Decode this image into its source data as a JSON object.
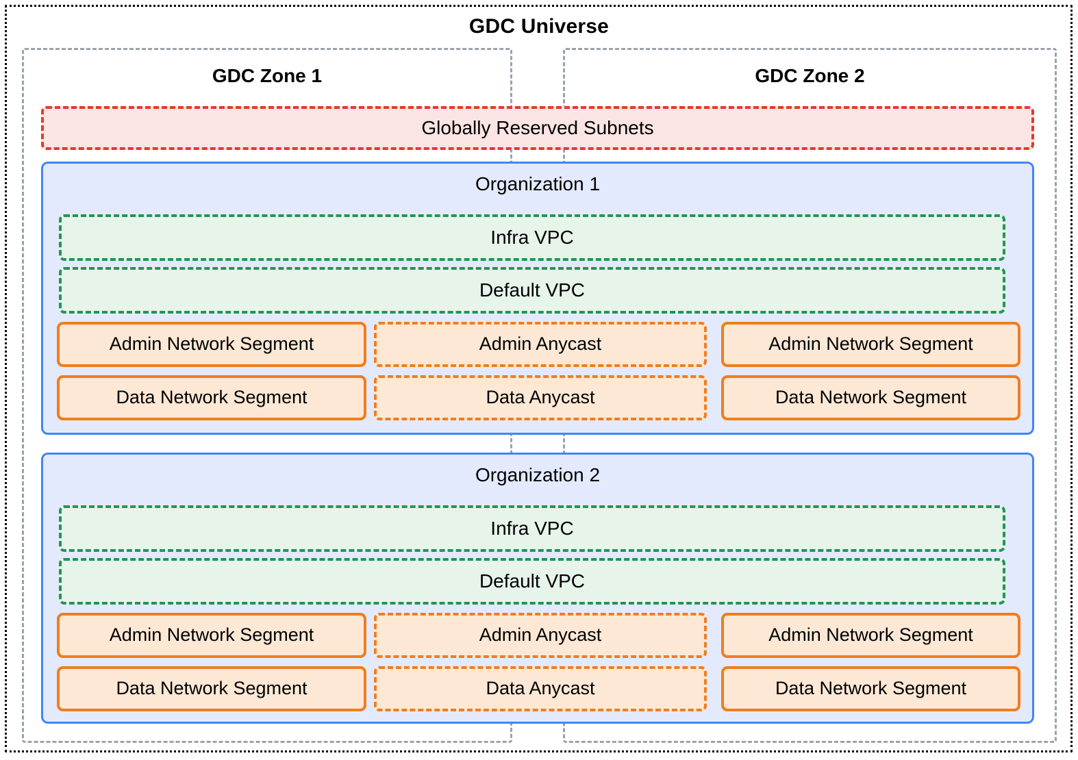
{
  "diagram": {
    "type": "network-architecture",
    "title": "GDC Universe",
    "colors": {
      "universe_border": "#000000",
      "zone_border": "#9aa3ad",
      "reserved_border": "#e8372b",
      "reserved_fill": "#fbe5e4",
      "org_border": "#4285f4",
      "org_fill": "#e3eafd",
      "vpc_border": "#219653",
      "vpc_fill": "#e6f4ea",
      "segment_border": "#f07d1e",
      "segment_fill": "#fce8d5"
    },
    "zones": [
      {
        "label": "GDC Zone 1"
      },
      {
        "label": "GDC Zone 2"
      }
    ],
    "reserved_subnets": {
      "label": "Globally Reserved Subnets"
    },
    "organizations": [
      {
        "label": "Organization 1",
        "vpcs": [
          {
            "label": "Infra VPC"
          },
          {
            "label": "Default VPC"
          }
        ],
        "rows": [
          {
            "left": {
              "label": "Admin Network Segment",
              "style": "solid"
            },
            "mid": {
              "label": "Admin Anycast",
              "style": "dashed"
            },
            "right": {
              "label": "Admin Network Segment",
              "style": "solid"
            }
          },
          {
            "left": {
              "label": "Data Network Segment",
              "style": "solid"
            },
            "mid": {
              "label": "Data Anycast",
              "style": "dashed"
            },
            "right": {
              "label": "Data Network Segment",
              "style": "solid"
            }
          }
        ]
      },
      {
        "label": "Organization 2",
        "vpcs": [
          {
            "label": "Infra VPC"
          },
          {
            "label": "Default VPC"
          }
        ],
        "rows": [
          {
            "left": {
              "label": "Admin Network Segment",
              "style": "solid"
            },
            "mid": {
              "label": "Admin Anycast",
              "style": "dashed"
            },
            "right": {
              "label": "Admin Network Segment",
              "style": "solid"
            }
          },
          {
            "left": {
              "label": "Data Network Segment",
              "style": "solid"
            },
            "mid": {
              "label": "Data Anycast",
              "style": "dashed"
            },
            "right": {
              "label": "Data Network Segment",
              "style": "solid"
            }
          }
        ]
      }
    ]
  }
}
